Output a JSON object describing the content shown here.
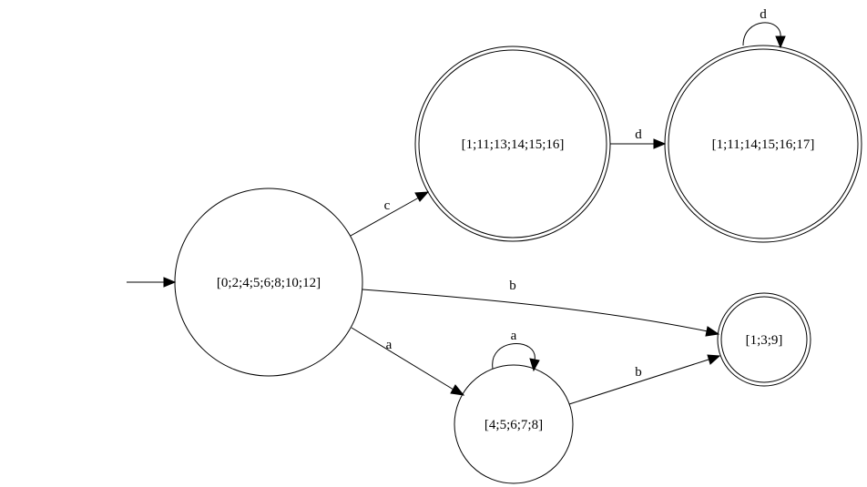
{
  "diagram": {
    "states": {
      "s0": {
        "label": "[0;2;4;5;6;8;10;12]"
      },
      "s1": {
        "label": "[1;11;13;14;15;16]"
      },
      "s2": {
        "label": "[1;11;14;15;16;17]"
      },
      "s3": {
        "label": "[1;3;9]"
      },
      "s4": {
        "label": "[4;5;6;7;8]"
      }
    },
    "edges": {
      "s0_s1": {
        "label": "c"
      },
      "s1_s2": {
        "label": "d"
      },
      "s2_s2": {
        "label": "d"
      },
      "s0_s3": {
        "label": "b"
      },
      "s0_s4": {
        "label": "a"
      },
      "s4_s4": {
        "label": "a"
      },
      "s4_s3": {
        "label": "b"
      }
    }
  }
}
